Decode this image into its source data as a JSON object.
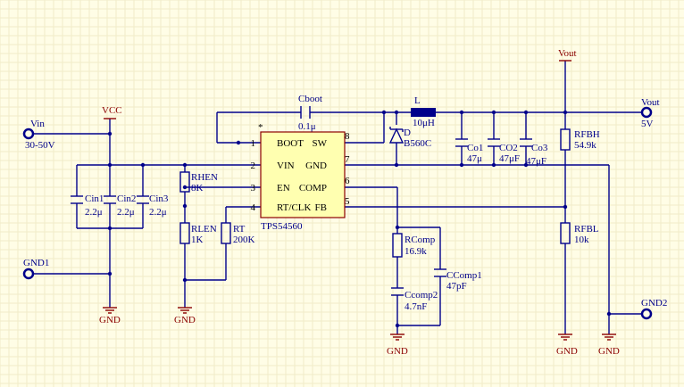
{
  "colors": {
    "background": "#fffde6",
    "wire": "#00008b",
    "power_label": "#8b0000",
    "chip_fill": "#ffffb0",
    "chip_border": "#8b0000",
    "inductor": "#00008b"
  },
  "ic": {
    "designator": "TPS54560",
    "pin1_marker": "*",
    "pins_left": [
      {
        "num": "1",
        "name": "BOOT"
      },
      {
        "num": "2",
        "name": "VIN"
      },
      {
        "num": "3",
        "name": "EN"
      },
      {
        "num": "4",
        "name": "RT/CLK"
      }
    ],
    "pins_right": [
      {
        "num": "8",
        "name": "SW"
      },
      {
        "num": "7",
        "name": "GND"
      },
      {
        "num": "6",
        "name": "COMP"
      },
      {
        "num": "5",
        "name": "FB"
      }
    ]
  },
  "ports": {
    "vin": {
      "name": "Vin",
      "range": "30-50V"
    },
    "gnd1": {
      "name": "GND1"
    },
    "vout": {
      "name": "Vout",
      "value": "5V"
    },
    "gnd2": {
      "name": "GND2"
    }
  },
  "power": {
    "vcc": "VCC",
    "vout": "Vout",
    "gnd": "GND"
  },
  "components": {
    "cboot": {
      "ref": "Cboot",
      "value": "0.1μ"
    },
    "inductor": {
      "ref": "L",
      "value": "10μH"
    },
    "diode": {
      "ref": "D",
      "value": "B560C"
    },
    "cin1": {
      "ref": "Cin1",
      "value": "2.2μ"
    },
    "cin2": {
      "ref": "Cin2",
      "value": "2.2μ"
    },
    "cin3": {
      "ref": "Cin3",
      "value": "2.2μ"
    },
    "rhen": {
      "ref": "RHEN",
      "value": "8K"
    },
    "rlen": {
      "ref": "RLEN",
      "value": "1K"
    },
    "rt": {
      "ref": "RT",
      "value": "200K"
    },
    "rcomp": {
      "ref": "RComp",
      "value": "16.9k"
    },
    "ccomp2": {
      "ref": "Ccomp2",
      "value": "4.7nF"
    },
    "ccomp1": {
      "ref": "CComp1",
      "value": "47pF"
    },
    "co1": {
      "ref": "Co1",
      "value": "47μ"
    },
    "co2": {
      "ref": "CO2",
      "value": "47μF"
    },
    "co3": {
      "ref": "Co3",
      "value": "47μF"
    },
    "rfbh": {
      "ref": "RFBH",
      "value": "54.9k"
    },
    "rfbl": {
      "ref": "RFBL",
      "value": "10k"
    }
  }
}
